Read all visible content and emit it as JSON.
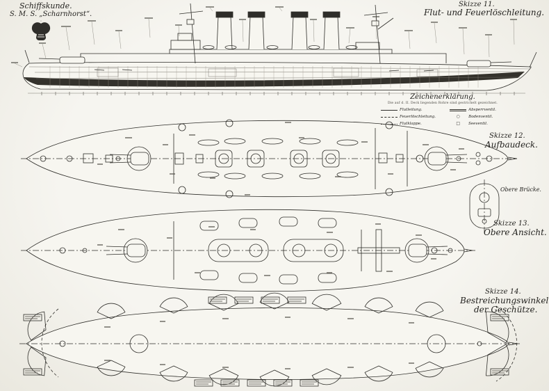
{
  "header": {
    "subject": "Schiffskunde.",
    "ship": "S. M. S. „Scharnhorst“.",
    "sheet_no": "Skizze 11.",
    "sheet_title": "Flut- und Feuerlöschleitung."
  },
  "legend": {
    "title": "Zeichenerklärung.",
    "note": "Die auf d. II. Deck liegenden Rohre sind gestrichelt gezeichnet.",
    "items": [
      {
        "label": "Flutleitung."
      },
      {
        "label": "Feuerlöschleitung."
      },
      {
        "label": "Flutklappe."
      },
      {
        "label": "Absperrventil."
      },
      {
        "label": "Bodenventil.",
        "symbol": "○"
      },
      {
        "label": "Seeventil.",
        "symbol": "□"
      }
    ]
  },
  "views": {
    "aufbaudeck": {
      "sheet_no": "Skizze 12.",
      "label": "Aufbaudeck."
    },
    "bruecke": {
      "label": "Obere Brücke."
    },
    "obere_ansicht": {
      "sheet_no": "Skizze 13.",
      "label": "Obere Ansicht."
    },
    "bestreichung": {
      "sheet_no": "Skizze 14.",
      "label_line1": "Bestreichungswinkel",
      "label_line2": "der Geschütze."
    }
  }
}
